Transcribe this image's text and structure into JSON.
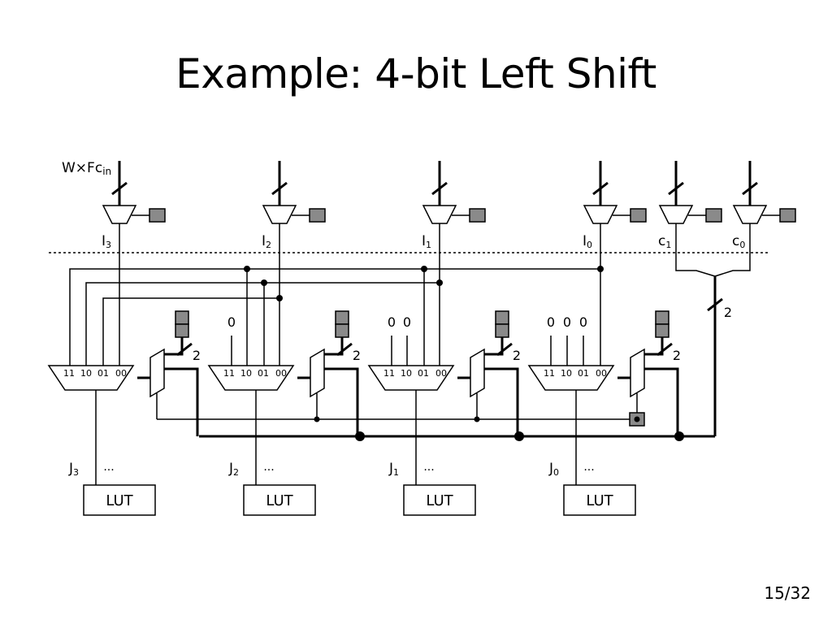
{
  "slide": {
    "title": "Example: 4-bit Left Shift",
    "page_number": "15/32"
  },
  "diagram": {
    "width_label": "W×Fc",
    "width_label_sub": "in",
    "inputs": [
      {
        "letter": "I",
        "sub": "3"
      },
      {
        "letter": "I",
        "sub": "2"
      },
      {
        "letter": "I",
        "sub": "1"
      },
      {
        "letter": "I",
        "sub": "0"
      },
      {
        "letter": "c",
        "sub": "1"
      },
      {
        "letter": "c",
        "sub": "0"
      }
    ],
    "mux_inputs": [
      "11",
      "10",
      "01",
      "00"
    ],
    "zero_label": "0",
    "select_width": "2",
    "ellipsis": "...",
    "outputs": [
      {
        "letter": "J",
        "sub": "3"
      },
      {
        "letter": "J",
        "sub": "2"
      },
      {
        "letter": "J",
        "sub": "1"
      },
      {
        "letter": "J",
        "sub": "0"
      }
    ],
    "lut_label": "LUT"
  }
}
